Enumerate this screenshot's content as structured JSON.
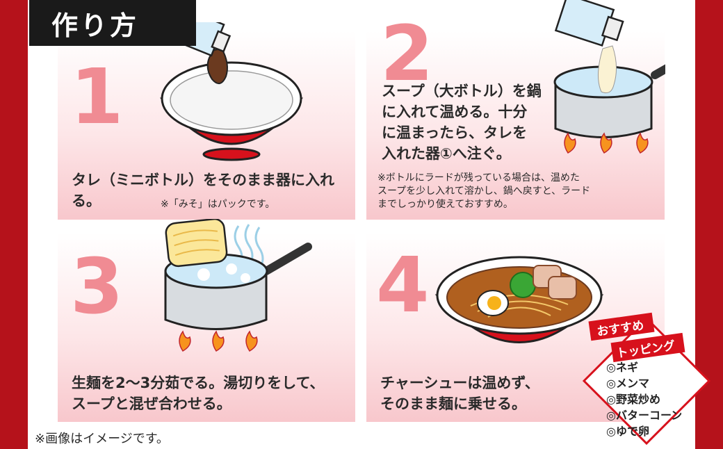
{
  "page": {
    "title": "作り方",
    "footer_note": "※画像はイメージです。"
  },
  "steps": [
    {
      "number": "1",
      "text": "タレ（ミニボトル）をそのまま器に入れる。",
      "note": "※「みそ」はパックです。"
    },
    {
      "number": "2",
      "text": "スープ（大ボトル）を鍋に入れて温める。十分に温まったら、タレを入れた器①へ注ぐ。",
      "lines": [
        "スープ（大ボトル）を鍋",
        "に入れて温める。十分",
        "に温まったら、タレを",
        "入れた器①へ注ぐ。"
      ],
      "note_lines": [
        "※ボトルにラードが残っている場合は、温めた",
        "スープを少し入れて溶かし、鍋へ戻すと、ラード",
        "までしっかり使えておすすめ。"
      ]
    },
    {
      "number": "3",
      "lines": [
        "生麺を2〜3分茹でる。湯切りをして、",
        "スープと混ぜ合わせる。"
      ]
    },
    {
      "number": "4",
      "lines": [
        "チャーシューは温めず、",
        "そのまま麺に乗せる。"
      ]
    }
  ],
  "toppings": {
    "heading_1": "おすすめ",
    "heading_2": "トッピング",
    "items": [
      "◎ネギ",
      "◎メンマ",
      "◎野菜炒め",
      "◎バターコーン",
      "◎ゆで卵"
    ]
  },
  "colors": {
    "brand_red": "#b5121b",
    "number_pink": "#f08b93",
    "bowl_red": "#d7111c"
  }
}
